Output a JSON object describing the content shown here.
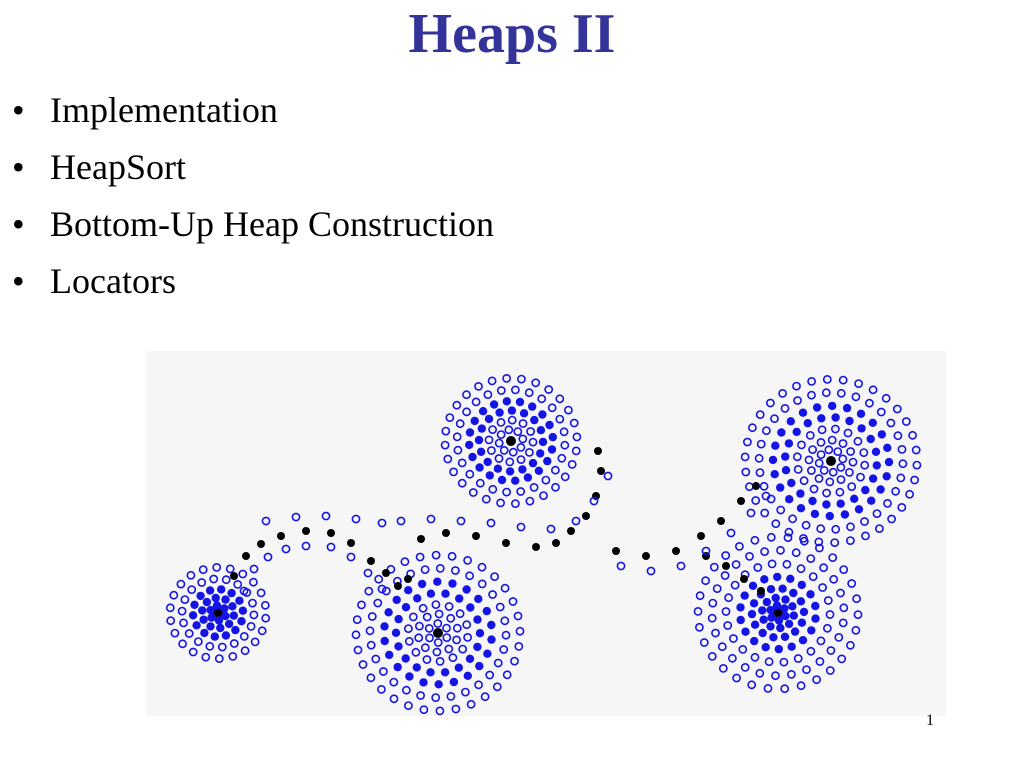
{
  "slide": {
    "title": "Heaps II",
    "bullets": [
      "Implementation",
      "HeapSort",
      "Bottom-Up Heap Construction",
      "Locators"
    ],
    "page_number": "1"
  },
  "figure": {
    "description_icon": "dotted-spirals-illustration",
    "colors": {
      "blue": "#1414e6",
      "black": "#000000",
      "background": "#f6f6f6"
    }
  }
}
